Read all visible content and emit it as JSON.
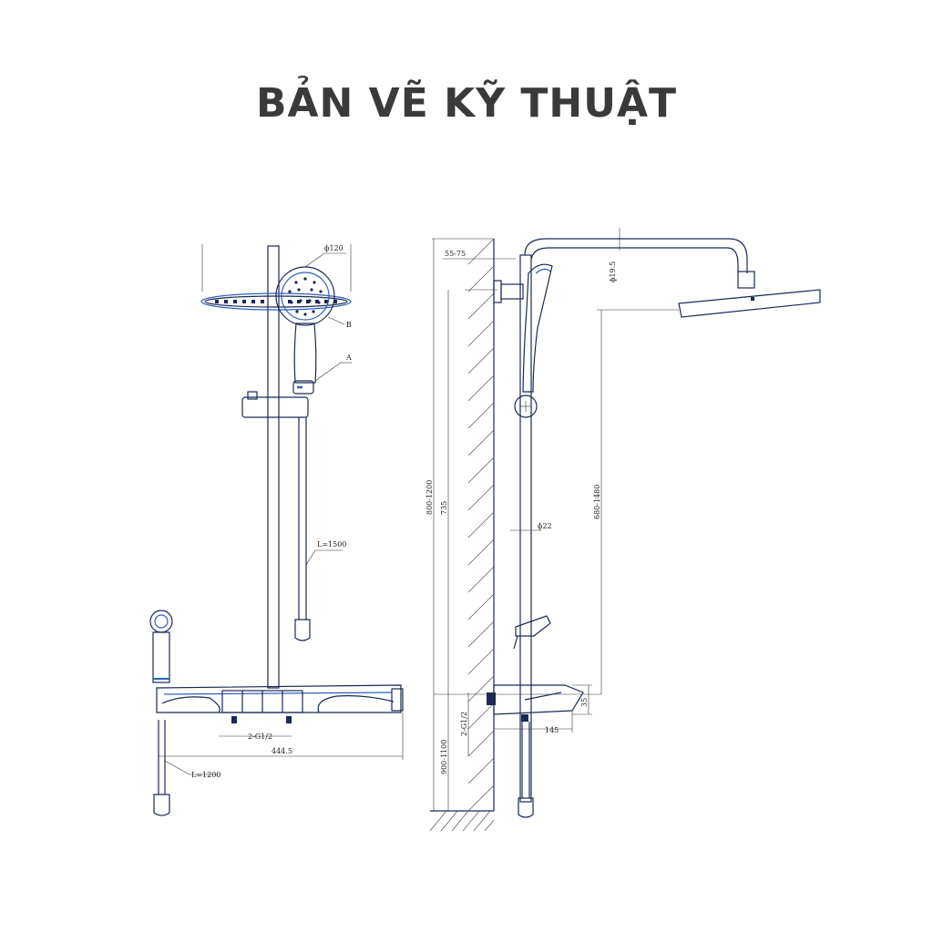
{
  "title": "BẢN VẼ KỸ THUẬT",
  "left_view": {
    "labels": {
      "head_diameter": "ϕ120",
      "callout_b": "B",
      "callout_a": "A",
      "hose_upper": "L=1500",
      "inlet_thread": "2-G1/2",
      "width": "444.5",
      "hose_lower": "L=1200"
    }
  },
  "right_view": {
    "labels": {
      "wall_offset": "55-75",
      "arm_diameter": "ϕ19.5",
      "total_height": "800-1200",
      "bar_height": "735",
      "head_height": "680-1480",
      "rail_diameter": "ϕ22",
      "inlet_thread": "2-G1/2",
      "depth": "145",
      "mixer_height": "35",
      "floor_height": "900-1100"
    }
  },
  "colors": {
    "title": "#3a3a3a",
    "outline": "#1a2a55",
    "accent": "#2f5fb8"
  }
}
